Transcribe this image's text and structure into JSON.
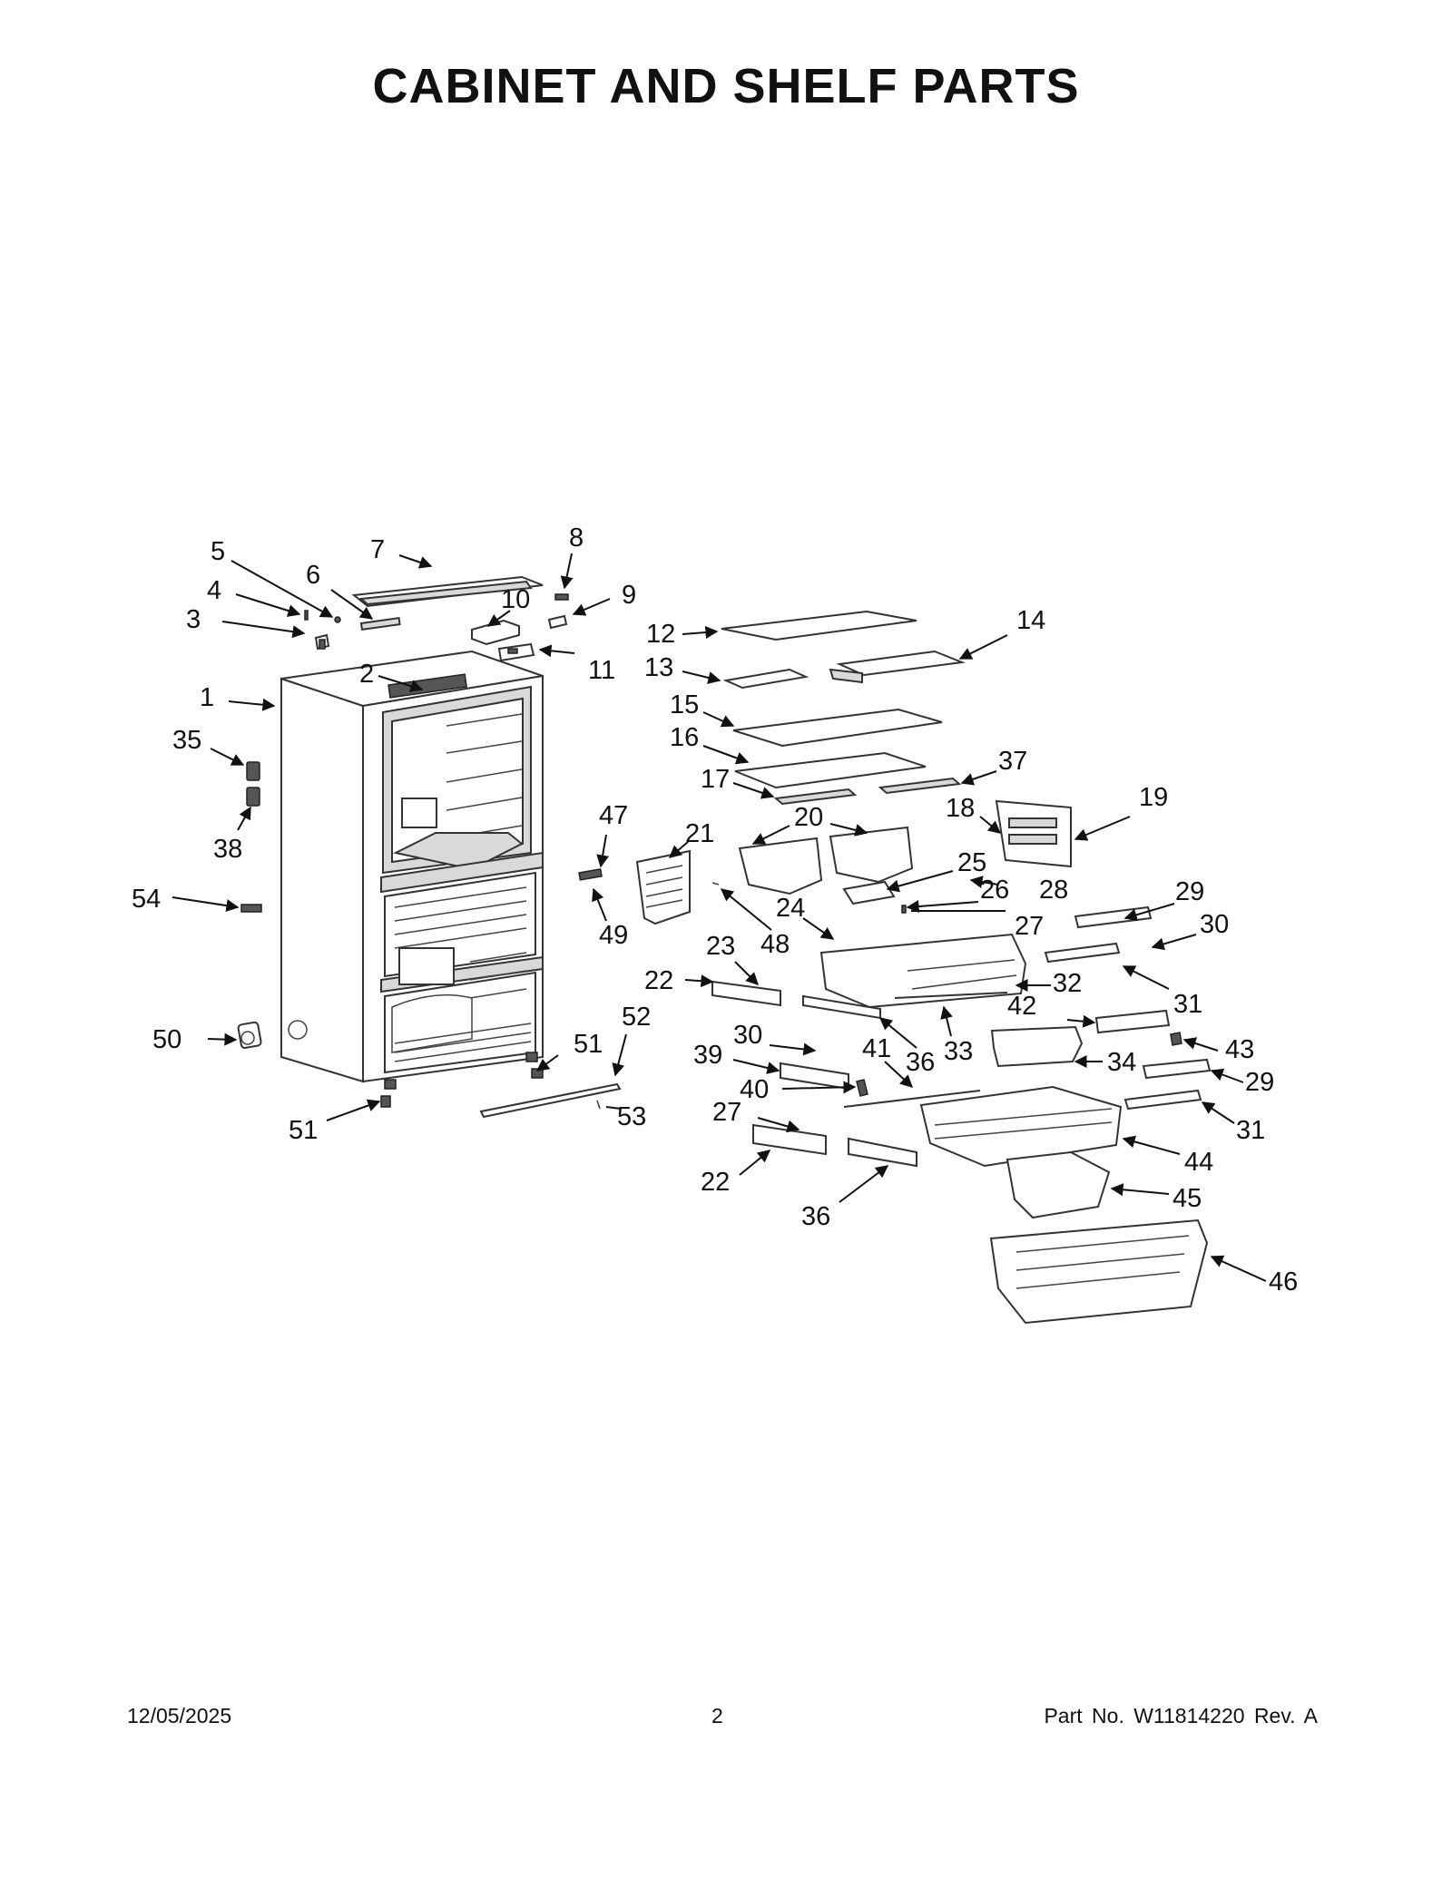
{
  "page": {
    "title": "CABINET AND SHELF PARTS",
    "footer": {
      "date": "12/05/2025",
      "page_number": "2",
      "part_no": "Part No.  W11814220  Rev.  A"
    }
  },
  "callout_labels": [
    "1",
    "2",
    "3",
    "4",
    "5",
    "6",
    "7",
    "8",
    "9",
    "10",
    "11",
    "12",
    "13",
    "14",
    "15",
    "16",
    "17",
    "18",
    "19",
    "20",
    "21",
    "22",
    "22",
    "23",
    "24",
    "25",
    "26",
    "27",
    "27",
    "28",
    "29",
    "29",
    "30",
    "30",
    "31",
    "31",
    "32",
    "33",
    "34",
    "35",
    "36",
    "36",
    "37",
    "38",
    "39",
    "40",
    "41",
    "42",
    "43",
    "44",
    "45",
    "46",
    "47",
    "48",
    "49",
    "50",
    "51",
    "51",
    "52",
    "53",
    "54"
  ]
}
